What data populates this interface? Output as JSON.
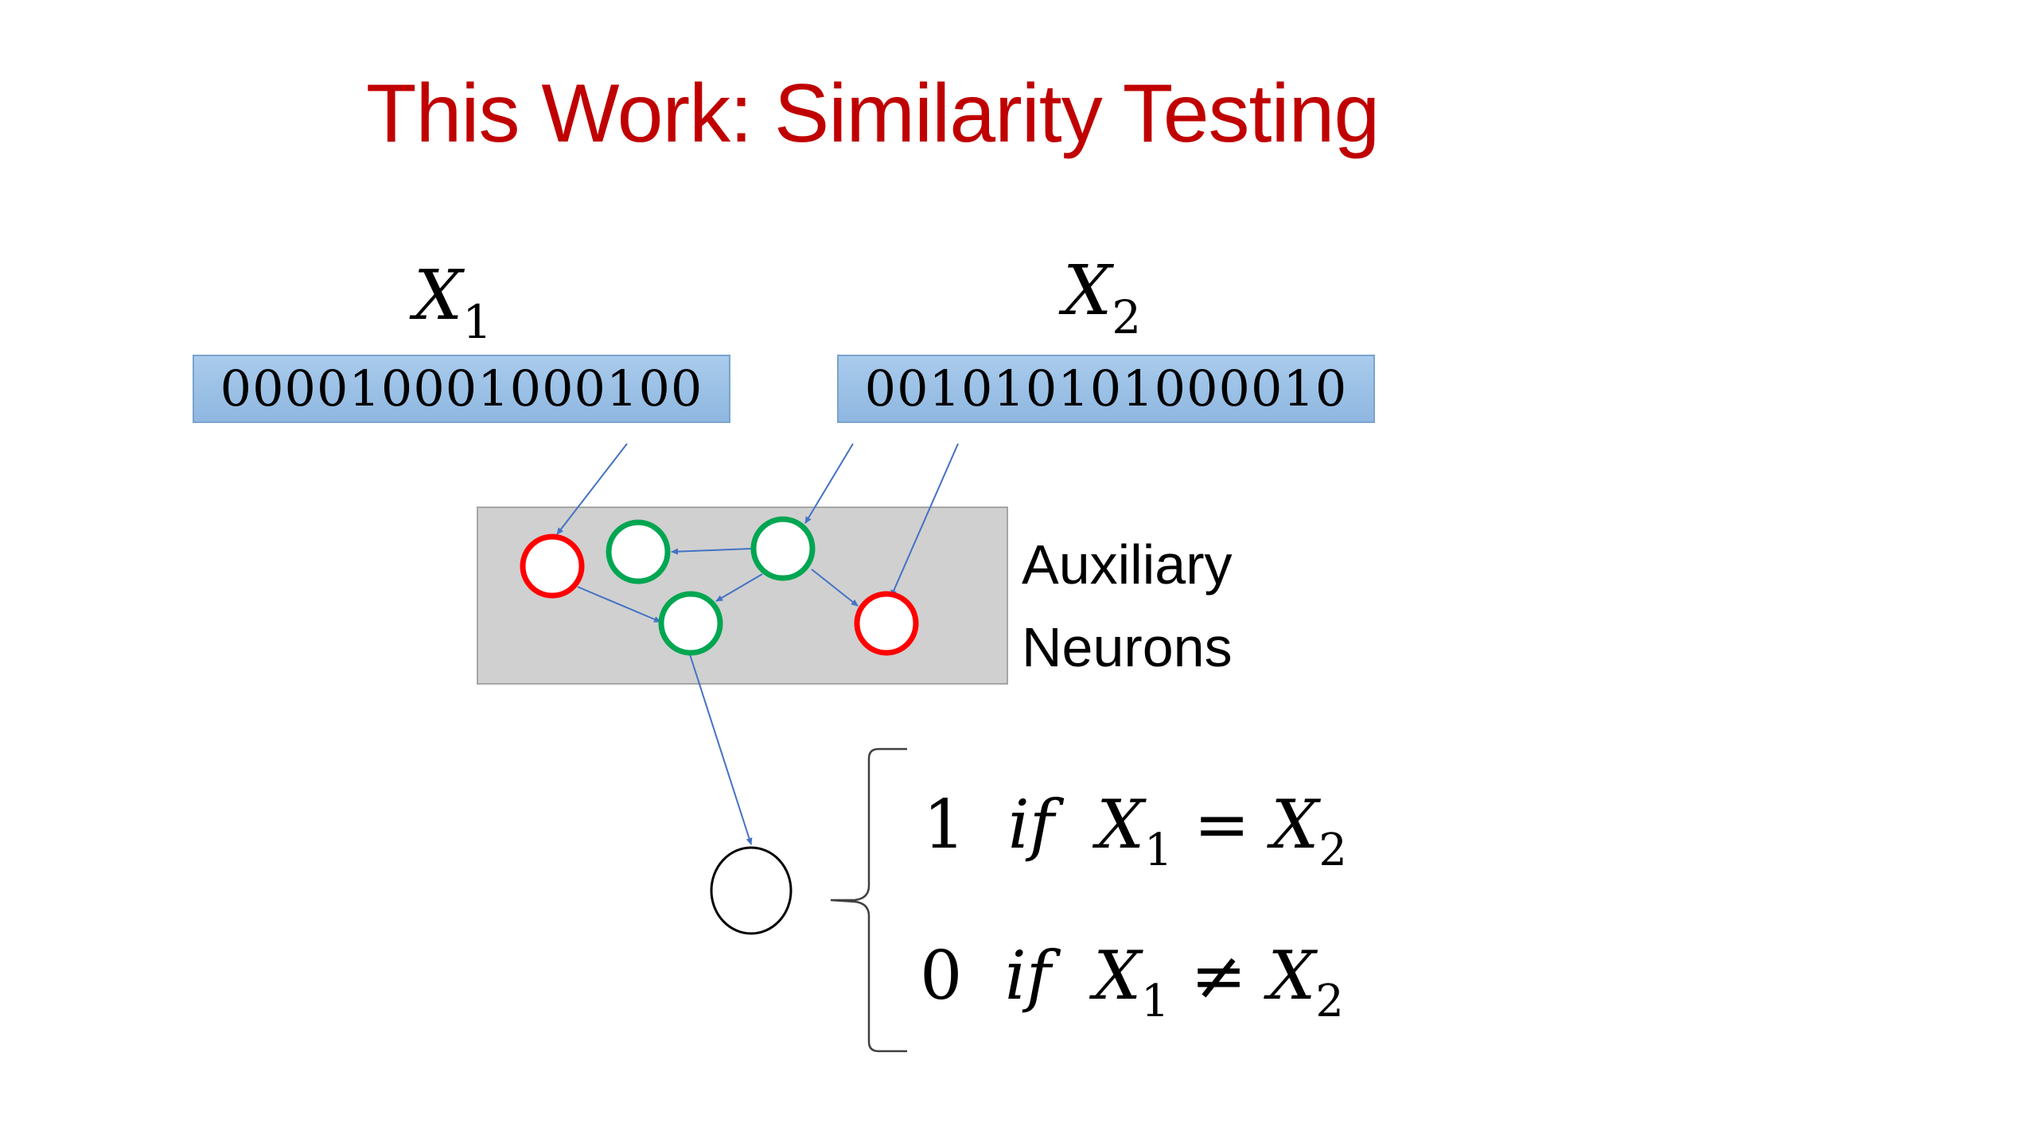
{
  "title": "This Work: Similarity Testing",
  "inputs": [
    {
      "var": "X",
      "sub": "1",
      "bits": "000010001000100"
    },
    {
      "var": "X",
      "sub": "2",
      "bits": "001010101000010"
    }
  ],
  "auxiliary_label": {
    "line1": "Auxiliary",
    "line2": "Neurons"
  },
  "cases": [
    {
      "value": "1",
      "cond": "if",
      "lhs": "X",
      "lhs_sub": "1",
      "op": "=",
      "rhs": "X",
      "rhs_sub": "2"
    },
    {
      "value": "0",
      "cond": "if",
      "lhs": "X",
      "lhs_sub": "1",
      "op": "≠",
      "rhs": "X",
      "rhs_sub": "2"
    }
  ],
  "colors": {
    "title": "#c00000",
    "bit_box": "#9dc3e6",
    "aux_box": "#d0d0d0",
    "inhibitory_neuron": "#ff0000",
    "excitatory_neuron": "#00a651",
    "arrow": "#4472c4"
  }
}
